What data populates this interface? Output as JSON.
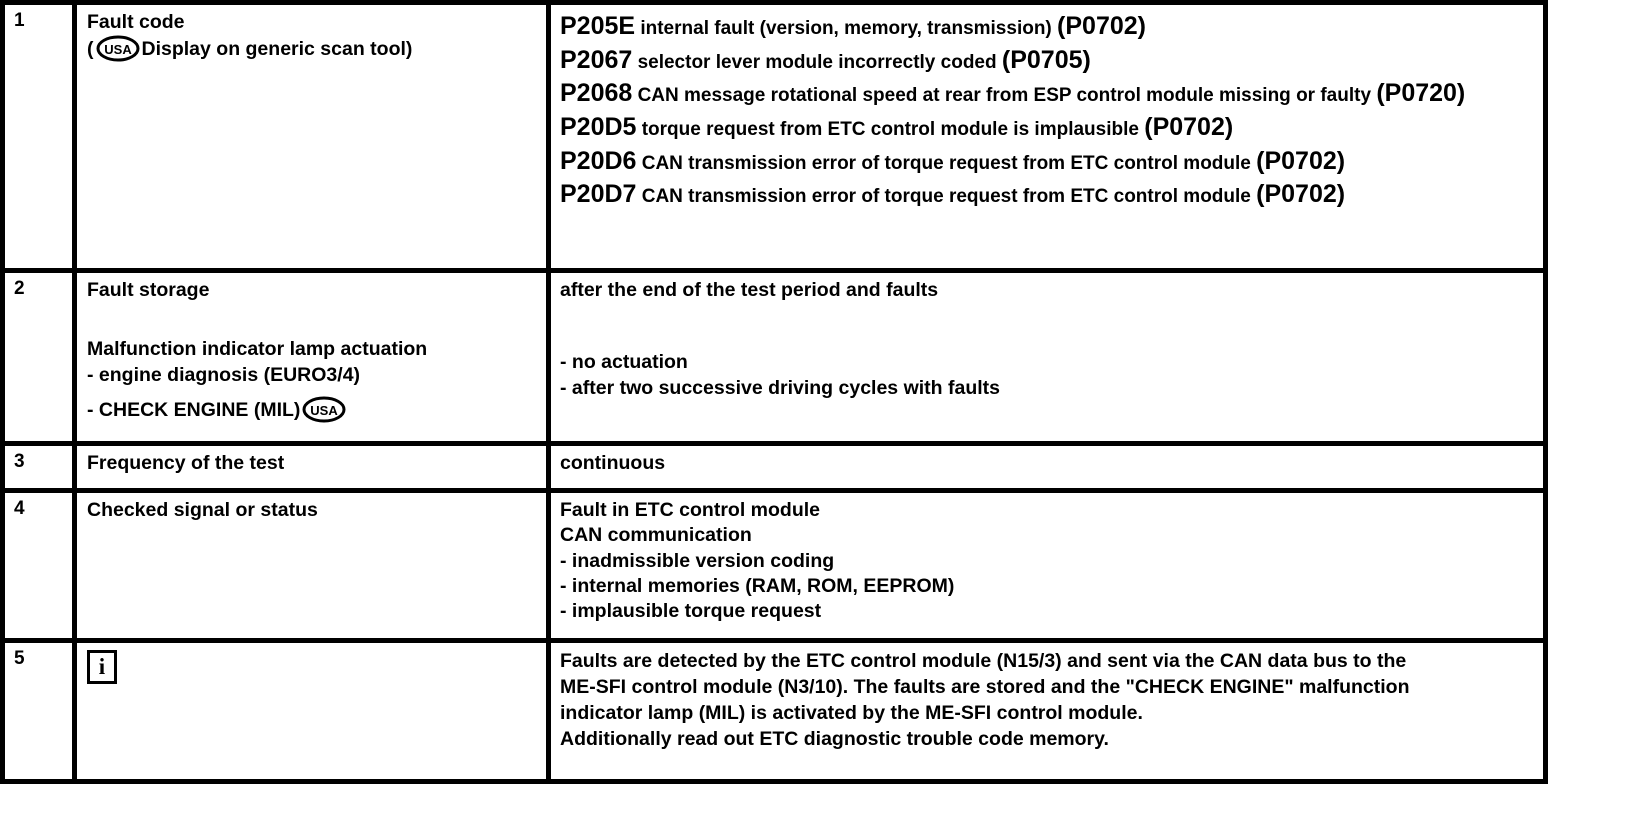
{
  "document": {
    "type": "diagnostic-fault-table",
    "rows": [
      {
        "number": "1",
        "label_title": "Fault code",
        "label_sub_prefix": "(",
        "label_sub_badge": "USA",
        "label_sub_text": "Display on generic scan tool)",
        "fault_codes": [
          {
            "code": "P205E",
            "description": "internal fault (version, memory, transmission)",
            "reference": "(P0702)"
          },
          {
            "code": "P2067",
            "description": "selector lever module incorrectly coded",
            "reference": "(P0705)"
          },
          {
            "code": "P2068",
            "description": "CAN message rotational speed at rear from ESP control module missing or faulty",
            "reference": "(P0720)"
          },
          {
            "code": "P20D5",
            "description": "torque request from ETC control module is implausible",
            "reference": "(P0702)"
          },
          {
            "code": "P20D6",
            "description": "CAN transmission error of torque request from ETC control module",
            "reference": "(P0702)"
          },
          {
            "code": "P20D7",
            "description": "CAN transmission error of torque request from ETC control module",
            "reference": "(P0702)"
          }
        ]
      },
      {
        "number": "2",
        "label_title": "Fault storage",
        "label_heading2": "Malfunction indicator lamp actuation",
        "label_item1": "- engine diagnosis (EURO3/4)",
        "label_item2_text": "- CHECK ENGINE (MIL)",
        "label_item2_badge": "USA",
        "value_line1": "after the end of the test period and faults",
        "value_line2": "- no actuation",
        "value_line3": "- after two successive driving cycles with faults"
      },
      {
        "number": "3",
        "label_title": "Frequency of the test",
        "value_line1": "continuous"
      },
      {
        "number": "4",
        "label_title": "Checked signal or status",
        "value_lines": [
          "Fault in ETC control module",
          "CAN communication",
          "- inadmissible version coding",
          "- internal memories (RAM, ROM, EEPROM)",
          "- implausible torque request"
        ]
      },
      {
        "number": "5",
        "label_icon": "info-icon",
        "icon_glyph": "i",
        "value_paragraph_line1": "Faults are detected by the ETC control module (N15/3) and sent via the CAN data bus to the",
        "value_paragraph_line2": "ME-SFI control module (N3/10). The faults are stored and the \"CHECK ENGINE\" malfunction",
        "value_paragraph_line3": "indicator lamp (MIL) is activated by the ME-SFI control module.",
        "value_paragraph_line4": "Additionally read out ETC diagnostic trouble code memory."
      }
    ]
  }
}
